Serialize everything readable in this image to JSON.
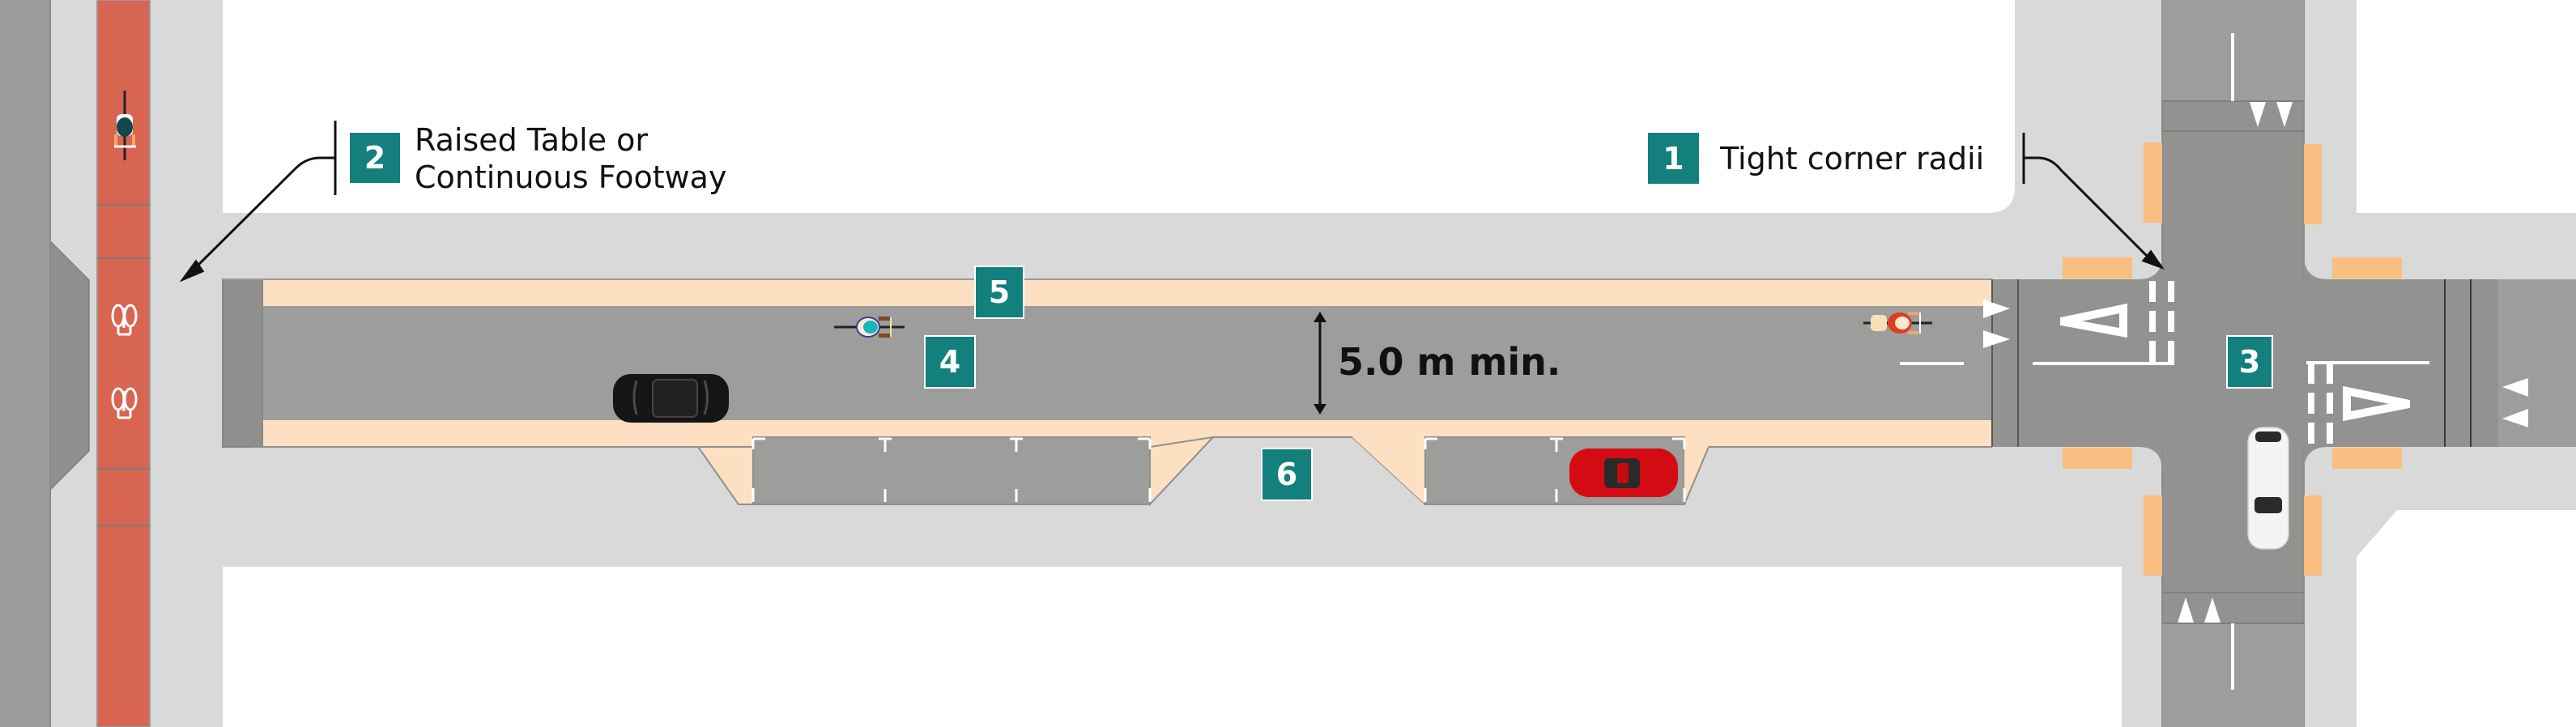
{
  "diagram": {
    "type": "street-plan",
    "colors": {
      "carriageway": "#9d9d9b",
      "intersection": "#929290",
      "footway": "#d9d9d9",
      "buffer_strip": "#fddfc2",
      "cycle_track": "#d76551",
      "tactile_paving": "#f9be80",
      "badge": "#13807e",
      "background": "#ffffff"
    }
  },
  "callouts": [
    {
      "number": "1",
      "label": "Tight corner radii"
    },
    {
      "number": "2",
      "label_line1": "Raised Table or",
      "label_line2": "Continuous Footway"
    }
  ],
  "markers": {
    "m3": "3",
    "m4": "4",
    "m5": "5",
    "m6": "6"
  },
  "dimension": {
    "label": "5.0 m min."
  },
  "vehicles": [
    {
      "type": "car",
      "color": "black",
      "location": "main street"
    },
    {
      "type": "car",
      "color": "red",
      "location": "parking bay"
    },
    {
      "type": "car",
      "color": "white",
      "location": "side street"
    },
    {
      "type": "cyclist",
      "location": "cycle track"
    },
    {
      "type": "cyclist",
      "location": "main street"
    },
    {
      "type": "cyclist",
      "location": "main street near junction"
    }
  ]
}
